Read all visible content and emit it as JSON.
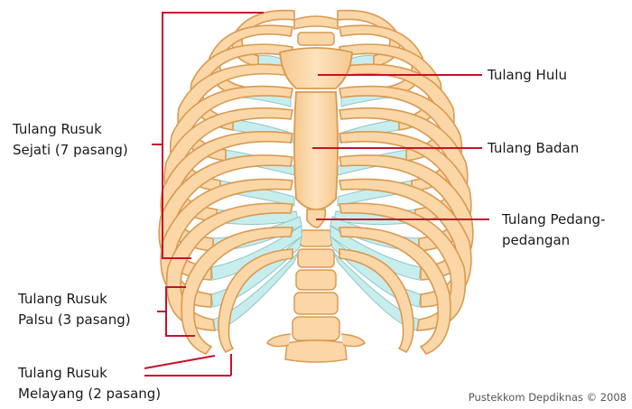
{
  "labels": {
    "true_ribs": {
      "line1": "Tulang Rusuk",
      "line2": "Sejati (7 pasang)"
    },
    "false_ribs": {
      "line1": "Tulang Rusuk",
      "line2": "Palsu (3 pasang)"
    },
    "floating_ribs": {
      "line1": "Tulang Rusuk",
      "line2": "Melayang (2 pasang)"
    },
    "manubrium": "Tulang Hulu",
    "sternum_body": "Tulang Badan",
    "xiphoid": {
      "line1": "Tulang Pedang-",
      "line2": "pedangan"
    }
  },
  "credit": "Pustekkom Depdiknas © 2008",
  "colors": {
    "bone": "#fbd7a7",
    "bone_outline": "#d99a52",
    "cartilage": "#c8eded",
    "leader_line": "#c8102e"
  }
}
